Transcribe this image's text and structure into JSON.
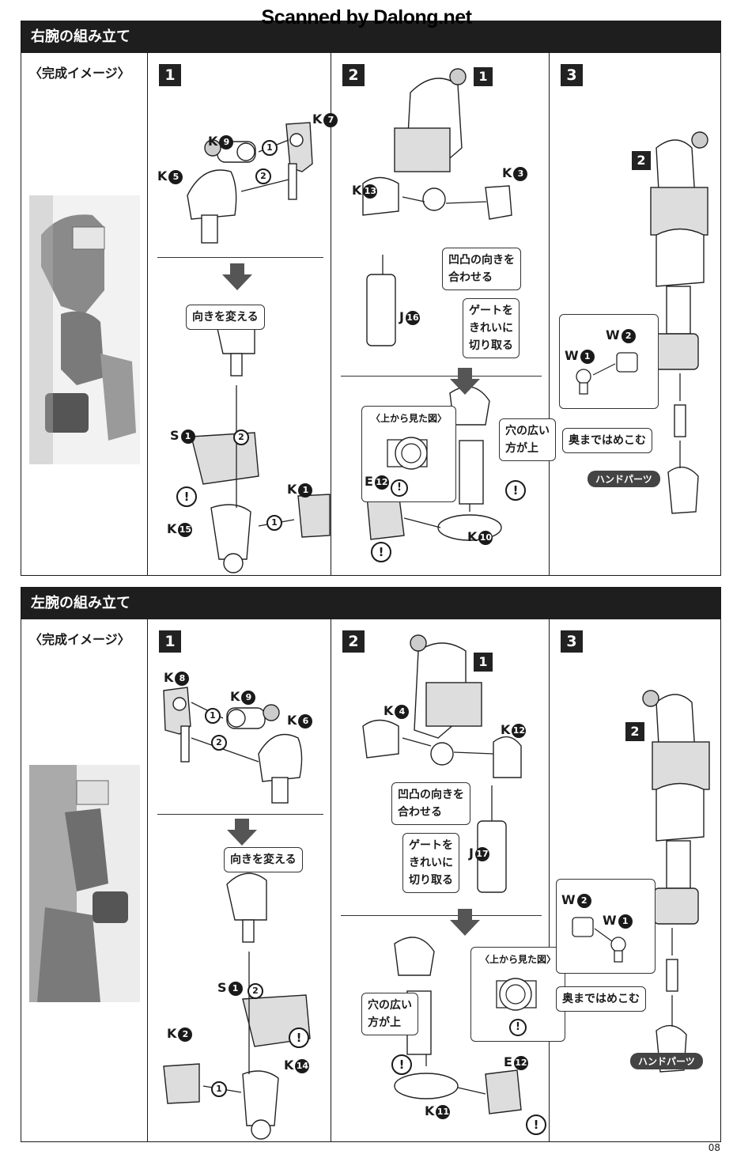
{
  "watermark": "Scanned by Dalong.net",
  "page_number": "08",
  "sections": [
    {
      "title": "右腕の組み立て",
      "image_label": "〈完成イメージ〉",
      "steps": [
        {
          "number": "1",
          "parts": {
            "a": "K",
            "a_num": "7",
            "b": "K",
            "b_num": "9",
            "c": "K",
            "c_num": "5",
            "d": "S",
            "d_num": "1",
            "e": "K",
            "e_num": "15",
            "f": "K",
            "f_num": "1"
          },
          "callout": "向きを変える",
          "order": [
            "1",
            "2",
            "2",
            "1"
          ],
          "warn": "!"
        },
        {
          "number": "2",
          "ref_step": "1",
          "parts": {
            "a": "K",
            "a_num": "13",
            "b": "K",
            "b_num": "3",
            "c": "J",
            "c_num": "16",
            "d": "E",
            "d_num": "12",
            "e": "K",
            "e_num": "10"
          },
          "callout_align": "凹凸の向きを\n合わせる",
          "callout_gate": "ゲートを\nきれいに\n切り取る",
          "subbox_title": "〈上から見た図〉",
          "callout_hole": "穴の広い\n方が上",
          "warn": "!"
        },
        {
          "number": "3",
          "ref_step": "2",
          "parts": {
            "a": "W",
            "a_num": "2",
            "b": "W",
            "b_num": "1"
          },
          "callout_push": "奥まではめこむ",
          "hand_parts": "ハンドパーツ"
        }
      ]
    },
    {
      "title": "左腕の組み立て",
      "image_label": "〈完成イメージ〉",
      "steps": [
        {
          "number": "1",
          "parts": {
            "a": "K",
            "a_num": "8",
            "b": "K",
            "b_num": "9",
            "c": "K",
            "c_num": "6",
            "d": "S",
            "d_num": "1",
            "e": "K",
            "e_num": "2",
            "f": "K",
            "f_num": "14"
          },
          "callout": "向きを変える",
          "order": [
            "1",
            "2",
            "2",
            "1"
          ],
          "warn": "!"
        },
        {
          "number": "2",
          "ref_step": "1",
          "parts": {
            "a": "K",
            "a_num": "4",
            "b": "K",
            "b_num": "12",
            "c": "J",
            "c_num": "17",
            "d": "E",
            "d_num": "12",
            "e": "K",
            "e_num": "11"
          },
          "callout_align": "凹凸の向きを\n合わせる",
          "callout_gate": "ゲートを\nきれいに\n切り取る",
          "subbox_title": "〈上から見た図〉",
          "callout_hole": "穴の広い\n方が上",
          "warn": "!"
        },
        {
          "number": "3",
          "ref_step": "2",
          "parts": {
            "a": "W",
            "a_num": "2",
            "b": "W",
            "b_num": "1"
          },
          "callout_push": "奥まではめこむ",
          "hand_parts": "ハンドパーツ"
        }
      ]
    }
  ]
}
